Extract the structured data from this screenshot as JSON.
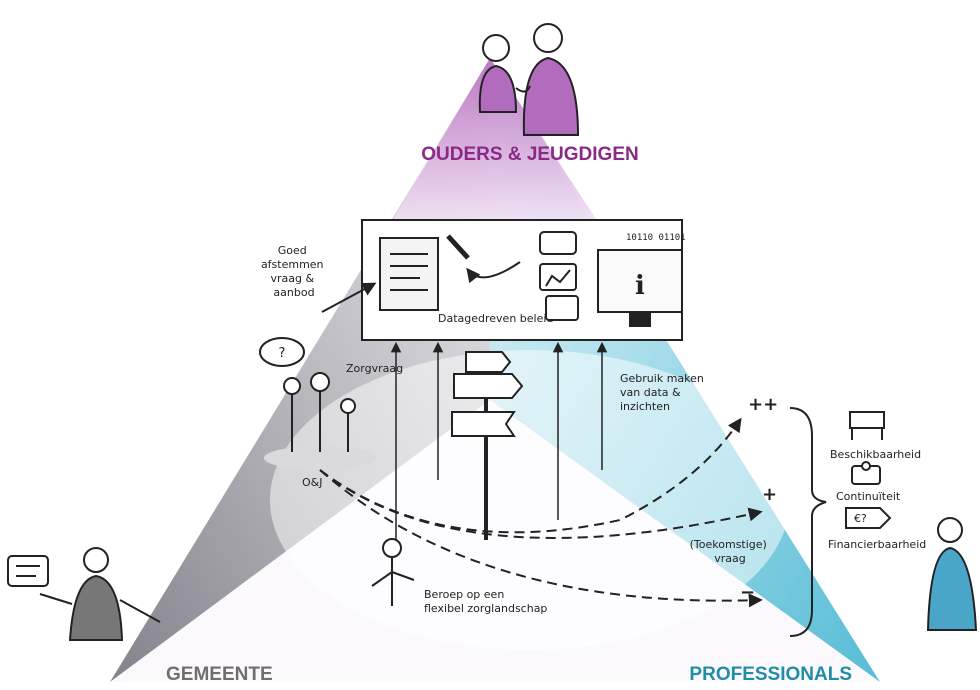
{
  "colors": {
    "purple": "#8a2a86",
    "purple_light": "#e3bfe6",
    "teal": "#1f8ea6",
    "teal_light": "#bfe9f2",
    "gray": "#6f6f6f",
    "gray_light": "#c9c9cf",
    "ink": "#222222"
  },
  "corners": {
    "top": "OUDERS & JEUGDIGEN",
    "left": "GEMEENTE",
    "right": "PROFESSIONALS"
  },
  "center": {
    "policy_label": "Datagedreven beleid",
    "binary_code": "10110 01101",
    "info_symbol": "i"
  },
  "labels": {
    "goed_afstemmen": "Goed afstemmen vraag & aanbod",
    "zorgvraag": "Zorgvraag",
    "gebruik_data": "Gebruik maken van data & inzichten",
    "oj": "O&J",
    "toekomstige_vraag": "(Toekomstige) vraag",
    "beroep": "Beroep op een flexibel zorglandschap",
    "question_bubble": "?"
  },
  "outcomes": {
    "signs": [
      "++",
      "+",
      "−"
    ],
    "items": [
      "Beschikbaarheid",
      "Continuïteit",
      "Financierbaarheid"
    ],
    "money_tag": "€?"
  }
}
